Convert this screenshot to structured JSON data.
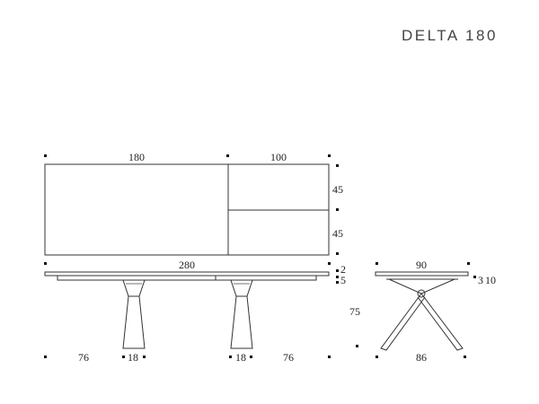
{
  "title": "DELTA 180",
  "dimensions": {
    "top_length_closed": "180",
    "top_extension": "100",
    "extension_panel_1": "45",
    "extension_panel_2": "45",
    "top_length_open": "280",
    "top_thickness": "2",
    "frame_height": "5",
    "table_height": "75",
    "side_width": "90",
    "side_leaf_thickness": "3",
    "side_frame": "10",
    "overhang_left": "76",
    "leg_left": "18",
    "leg_right": "18",
    "overhang_right": "76",
    "base_width": "86"
  },
  "colors": {
    "line": "#333333",
    "text": "#222222"
  }
}
